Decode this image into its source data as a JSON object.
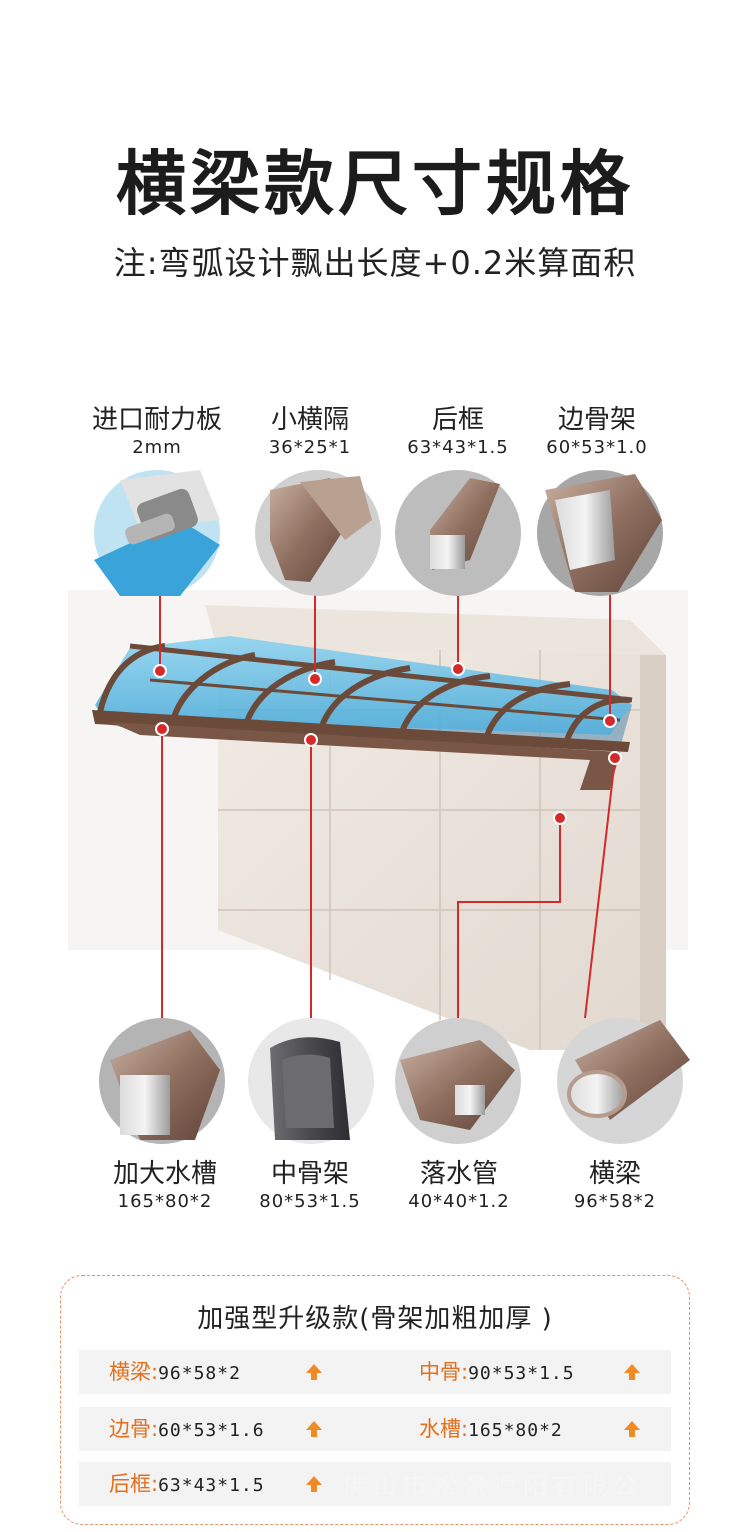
{
  "title": "横梁款尺寸规格",
  "note": "注:弯弧设计飘出长度+0.2米算面积",
  "top_parts": [
    {
      "name": "进口耐力板",
      "spec": "2mm"
    },
    {
      "name": "小横隔",
      "spec": "36*25*1"
    },
    {
      "name": "后框",
      "spec": "63*43*1.5"
    },
    {
      "name": "边骨架",
      "spec": "60*53*1.0"
    }
  ],
  "bottom_parts": [
    {
      "name": "加大水槽",
      "spec": "165*80*2"
    },
    {
      "name": "中骨架",
      "spec": "80*53*1.5"
    },
    {
      "name": "落水管",
      "spec": "40*40*1.2"
    },
    {
      "name": "横梁",
      "spec": "96*58*2"
    }
  ],
  "panel": {
    "title": "加强型升级款(骨架加粗加厚 )",
    "rows": [
      [
        {
          "key": "横梁:",
          "value": "96*58*2"
        },
        {
          "key": "中骨:",
          "value": "90*53*1.5"
        }
      ],
      [
        {
          "key": "边骨:",
          "value": "60*53*1.6"
        },
        {
          "key": "水槽:",
          "value": "165*80*2"
        }
      ],
      [
        {
          "key": "后框:",
          "value": "63*43*1.5"
        }
      ]
    ],
    "watermark": "佛山市松豪遮阳有限公"
  },
  "colors": {
    "accent": "#e0701f",
    "leader_line": "#d42a2a",
    "frame": "#6b4a3a",
    "glass": "#7cc6e6"
  }
}
